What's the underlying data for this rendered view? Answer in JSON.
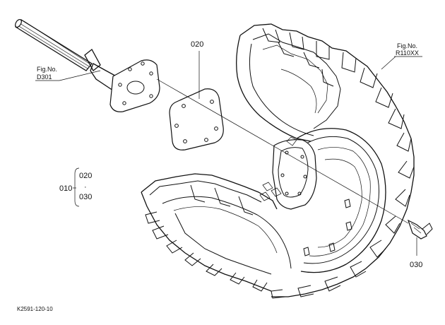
{
  "labels": {
    "part_020": "020",
    "part_030": "030",
    "part_010": "010",
    "bracket_top": "020",
    "bracket_bottom": "030",
    "bracket_sep": "·",
    "ref_d301_fig": "Fig.No.",
    "ref_d301_num": "D301",
    "ref_r110_fig": "Fig.No.",
    "ref_r110_num": "R110XX",
    "drawing_code": "K2591-120-10"
  }
}
